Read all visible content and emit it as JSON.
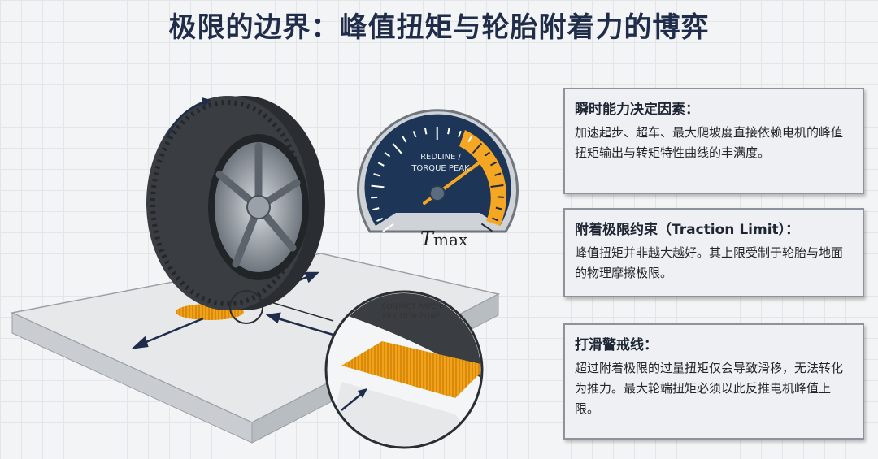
{
  "title": "极限的边界：峰值扭矩与轮胎附着力的博弈",
  "gauge": {
    "label_line1": "REDLINE /",
    "label_line2": "TORQUE PEAK",
    "symbol": "T",
    "symbol_sub": "max",
    "face_color": "#1d3557",
    "redline_color": "#f5a623"
  },
  "contact_patch": {
    "label_line1": "CONTACT PATCH",
    "label_line2": "FRICTION ZONE"
  },
  "cards": [
    {
      "heading": "瞬时能力决定因素：",
      "body": "加速起步、超车、最大爬坡度直接依赖电机的峰值扭矩输出与转矩特性曲线的丰满度。"
    },
    {
      "heading": "附着极限约束（Traction Limit）：",
      "body": "峰值扭矩并非越大越好。其上限受制于轮胎与地面的物理摩擦极限。"
    },
    {
      "heading": "打滑警戒线：",
      "body": "超过附着极限的过量扭矩仅会导致滑移，无法转化为推力。最大轮端扭矩必须以此反推电机峰值上限。"
    }
  ]
}
